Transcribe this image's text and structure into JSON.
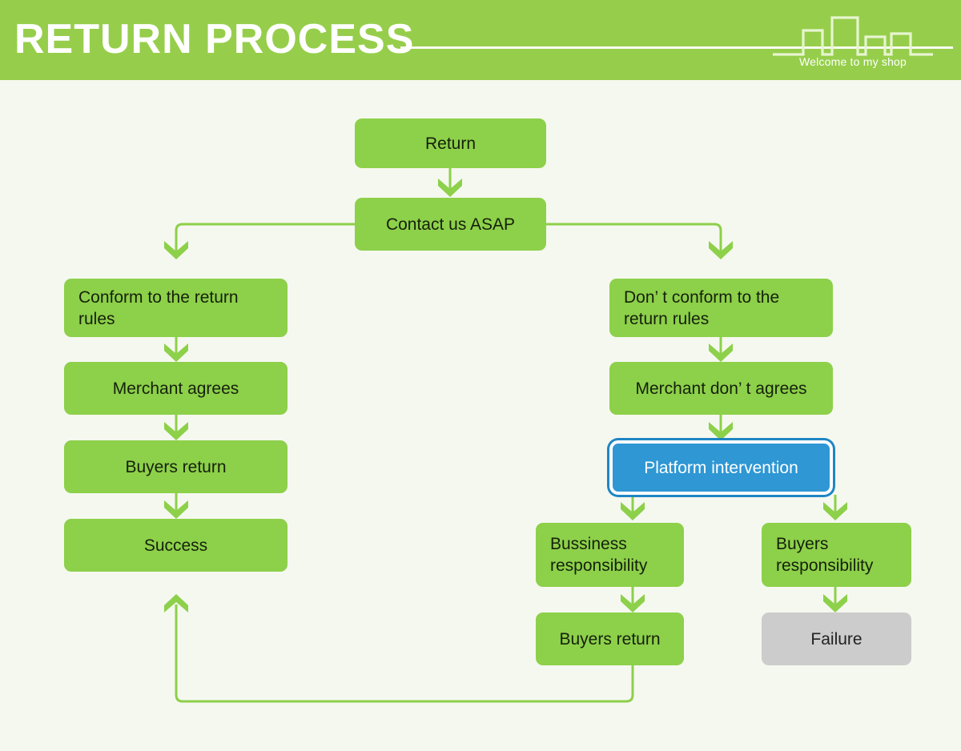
{
  "header": {
    "title": "RETURN PROCESS",
    "tagline": "Welcome to my shop",
    "logo_icon": "city-skyline-icon",
    "rule_icon": "title-divider",
    "bg_color": "#96ce4b",
    "text_color": "#ffffff"
  },
  "canvas": {
    "bg_color": "#f5f8ef",
    "node_color": "#8dd04a",
    "node_text_color": "#15210b",
    "highlight_color": "#2e97d4",
    "highlight_text_color": "#ffffff",
    "terminal_color": "#cccccc",
    "terminal_text_color": "#222222",
    "connector_color": "#8dd04a"
  },
  "flow": {
    "nodes": [
      {
        "id": "return",
        "label": "Return",
        "align": "center",
        "style": "green"
      },
      {
        "id": "contact",
        "label": "Contact us ASAP",
        "align": "center",
        "style": "green"
      },
      {
        "id": "conform",
        "label": "Conform to the return rules",
        "align": "left",
        "style": "green"
      },
      {
        "id": "merchant-agrees",
        "label": "Merchant agrees",
        "align": "center",
        "style": "green"
      },
      {
        "id": "buyers-return-l",
        "label": "Buyers return",
        "align": "center",
        "style": "green"
      },
      {
        "id": "success",
        "label": "Success",
        "align": "center",
        "style": "green"
      },
      {
        "id": "not-conform",
        "label": "Don’ t conform to the return rules",
        "align": "left",
        "style": "green"
      },
      {
        "id": "merchant-refuse",
        "label": "Merchant don’ t agrees",
        "align": "center",
        "style": "green"
      },
      {
        "id": "platform",
        "label": "Platform intervention",
        "align": "center",
        "style": "highlight"
      },
      {
        "id": "business-resp",
        "label": "Bussiness responsibility",
        "align": "left",
        "style": "green"
      },
      {
        "id": "buyers-resp",
        "label": "Buyers responsibility",
        "align": "left",
        "style": "green"
      },
      {
        "id": "buyers-return-r",
        "label": "Buyers return",
        "align": "center",
        "style": "green"
      },
      {
        "id": "failure",
        "label": "Failure",
        "align": "center",
        "style": "terminal"
      }
    ],
    "edges": [
      {
        "from": "return",
        "to": "contact",
        "kind": "down"
      },
      {
        "from": "contact",
        "to": "conform",
        "kind": "branch-left"
      },
      {
        "from": "contact",
        "to": "not-conform",
        "kind": "branch-right"
      },
      {
        "from": "conform",
        "to": "merchant-agrees",
        "kind": "down"
      },
      {
        "from": "merchant-agrees",
        "to": "buyers-return-l",
        "kind": "down"
      },
      {
        "from": "buyers-return-l",
        "to": "success",
        "kind": "down"
      },
      {
        "from": "not-conform",
        "to": "merchant-refuse",
        "kind": "down"
      },
      {
        "from": "merchant-refuse",
        "to": "platform",
        "kind": "down"
      },
      {
        "from": "platform",
        "to": "business-resp",
        "kind": "down"
      },
      {
        "from": "platform",
        "to": "buyers-resp",
        "kind": "down"
      },
      {
        "from": "business-resp",
        "to": "buyers-return-r",
        "kind": "down"
      },
      {
        "from": "buyers-resp",
        "to": "failure",
        "kind": "down"
      },
      {
        "from": "buyers-return-r",
        "to": "success",
        "kind": "loop-back-up"
      }
    ]
  }
}
